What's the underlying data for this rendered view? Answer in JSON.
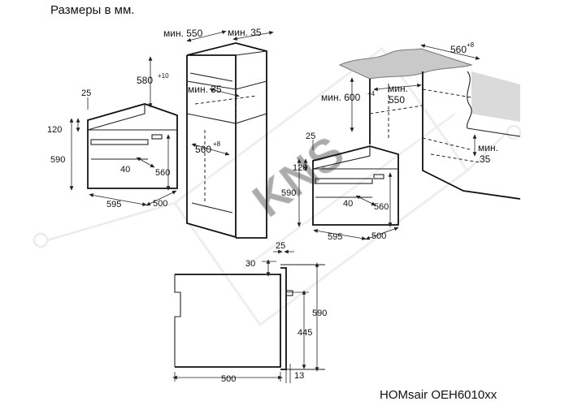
{
  "header": {
    "title": "Размеры в мм."
  },
  "footer": {
    "model": "HOMsair OEH6010xx"
  },
  "watermark": "KNS",
  "oven_front_left": {
    "d_top": "25",
    "d_panel": "120",
    "d_height": "590",
    "d_handle": "40",
    "d_inner": "560",
    "d_width": "595",
    "d_depth": "500"
  },
  "column_cabinet": {
    "min_depth": "мин. 550",
    "min_gap": "мин. 35",
    "niche_height": "580",
    "niche_height_tol": "+10",
    "min_gap2": "мин. 35",
    "niche_width": "560",
    "niche_width_tol": "+8"
  },
  "undercounter_niche": {
    "width": "560",
    "width_tol": "+8",
    "min_height": "мин. 600",
    "min_height_tol": "+4",
    "min_depth_label": "мин.",
    "min_depth_value": "550",
    "min_gap_label": "мин.",
    "min_gap_value": "35"
  },
  "oven_front_right": {
    "d_top": "25",
    "d_panel": "120",
    "d_height": "590",
    "d_handle": "40",
    "d_inner": "560",
    "d_width": "595",
    "d_depth": "500"
  },
  "side_view": {
    "d_door": "25",
    "d_top": "30",
    "d_height": "590",
    "d_mount": "445",
    "d_depth": "500",
    "d_bottom": "13"
  }
}
